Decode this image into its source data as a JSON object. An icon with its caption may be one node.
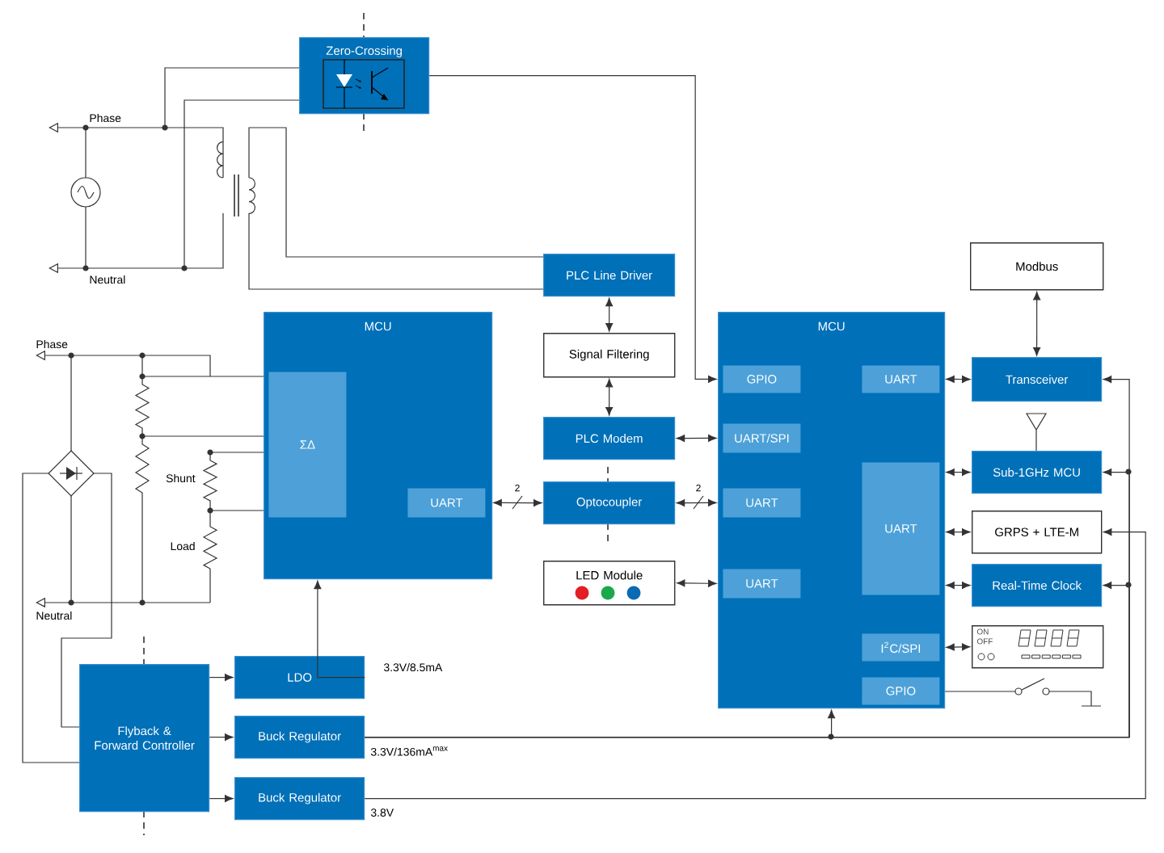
{
  "diagram": {
    "nodes": [
      {
        "text": [
          "Zero-Crossing"
        ]
      },
      {
        "text": [
          "PLC Line Driver"
        ]
      },
      {
        "text": [
          "Modbus"
        ]
      },
      {
        "text": [
          "MCU"
        ]
      },
      {
        "text": [
          "ΣΔ"
        ],
        "in": 3
      },
      {
        "text": [
          "UART"
        ],
        "in": 3
      },
      {
        "text": [
          "Signal Filtering"
        ]
      },
      {
        "text": [
          "MCU"
        ]
      },
      {
        "text": [
          "GPIO"
        ],
        "in": 7
      },
      {
        "text": [
          "UART"
        ],
        "in": 7
      },
      {
        "text": [
          "UART/SPI"
        ],
        "in": 7
      },
      {
        "text": [
          "UART"
        ],
        "in": 7
      },
      {
        "text": [
          "UART"
        ],
        "in": 7
      },
      {
        "text": [
          "UART"
        ],
        "in": 7
      },
      {
        "text": [
          "I$^{2}$C/SPI"
        ],
        "in": 7
      },
      {
        "text": [
          "GPIO"
        ],
        "in": 7
      },
      {
        "text": [
          "Transceiver"
        ]
      },
      {
        "text": [
          "PLC Modem"
        ]
      },
      {
        "text": [
          "Sub-1GHz MCU"
        ]
      },
      {
        "text": [
          "Optocoupler"
        ]
      },
      {
        "text": [
          "GRPS + LTE-M"
        ]
      },
      {
        "text": [
          "LED Module"
        ]
      },
      {
        "text": [
          "Real-Time Clock"
        ]
      },
      {
        "text": [
          "ON",
          "OFF"
        ]
      },
      {
        "text": [
          "Flyback & Forward Controller"
        ]
      },
      {
        "text": [
          "LDO"
        ]
      },
      {
        "text": [
          "Buck Regulator"
        ]
      },
      {
        "text": [
          "Buck Regulator"
        ]
      }
    ],
    "edges": [
      {
        "from": 5,
        "to": 19,
        "arrow": "both",
        "label": "2"
      },
      {
        "from": 19,
        "to": 11,
        "arrow": "both",
        "label": "2"
      },
      {
        "from": 1,
        "to": 6,
        "arrow": "both"
      },
      {
        "from": 6,
        "to": 17,
        "arrow": "both"
      },
      {
        "from": 17,
        "to": 10,
        "arrow": "both"
      },
      {
        "from": 21,
        "to": 13,
        "arrow": "both"
      },
      {
        "from": 0,
        "to": 8,
        "arrow": "to"
      },
      {
        "from": 9,
        "to": 16,
        "arrow": "both"
      },
      {
        "from": 2,
        "to": 16,
        "arrow": "both"
      },
      {
        "from": 12,
        "to": 18,
        "arrow": "both"
      },
      {
        "from": 12,
        "to": 20,
        "arrow": "both"
      },
      {
        "from": 12,
        "to": 22,
        "arrow": "both"
      },
      {
        "from": 14,
        "to": 23,
        "arrow": "both"
      },
      {
        "from": 24,
        "to": 25,
        "arrow": "to"
      },
      {
        "from": 24,
        "to": 26,
        "arrow": "to"
      },
      {
        "from": 24,
        "to": 27,
        "arrow": "to"
      },
      {
        "from": 25,
        "to": 3,
        "arrow": "to"
      },
      {
        "from": 26,
        "to": 16,
        "arrow": "to"
      },
      {
        "from": 26,
        "to": 18,
        "arrow": "to"
      },
      {
        "from": 26,
        "to": 22,
        "arrow": "to"
      },
      {
        "from": 26,
        "to": 7,
        "arrow": "to"
      },
      {
        "from": 27,
        "to": 20,
        "arrow": "to"
      }
    ],
    "labels": [
      "Phase",
      "Neutral",
      "Phase",
      "Neutral",
      "Shunt",
      "Load",
      "3.3V/8.5mA",
      "3.3V/136mA$^{max}$",
      "3.8V"
    ]
  }
}
